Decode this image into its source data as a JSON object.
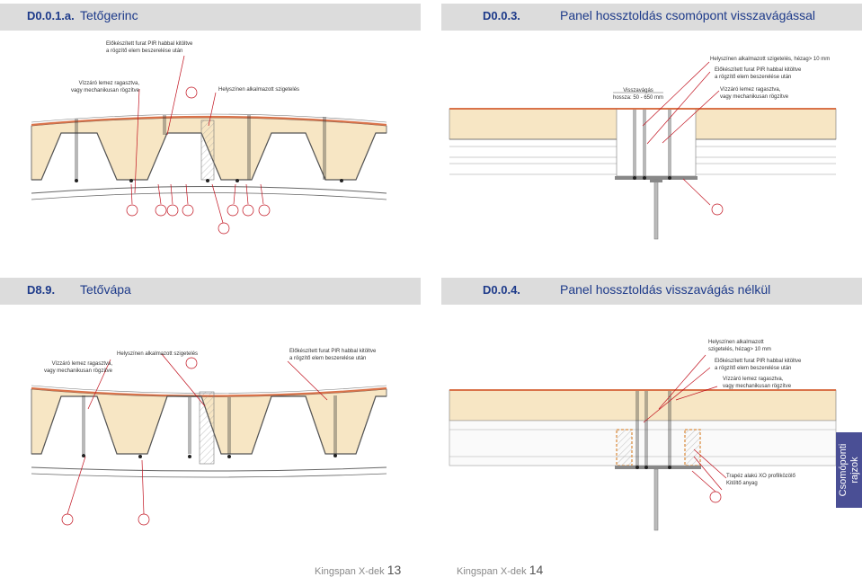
{
  "sections": {
    "top_left": {
      "code": "D0.0.1.a.",
      "title": "Tetőgerinc"
    },
    "top_right": {
      "code": "D0.0.3.",
      "title": "Panel hossztoldás csomópont visszavágással"
    },
    "bottom_left": {
      "code": "D8.9.",
      "title": "Tetővápa"
    },
    "bottom_right": {
      "code": "D0.0.4.",
      "title": "Panel hossztoldás visszavágás nélkül"
    }
  },
  "annotations": {
    "tl_pir_1": "Előkészített furat PIR habbal kitöltve",
    "tl_pir_2": "a rögzítő elem beszerelése után",
    "tl_sheet_1": "Vízzáró lemez ragasztva,",
    "tl_sheet_2": "vagy mechanikusan rögzítve",
    "tl_insul": "Helyszínen alkalmazott szigetelés",
    "tr_insul": "Helyszínen alkalmazott szigetelés, hézag> 10 mm",
    "tr_pir_1": "Előkészített furat PIR habbal kitöltve",
    "tr_pir_2": "a rögzítő elem beszerelése után",
    "tr_sheet_1": "Vízzáró lemez ragasztva,",
    "tr_sheet_2": "vagy mechanikusan rögzítve",
    "tr_cut_1": "Visszavágás",
    "tr_cut_2": "hossza: 50 - 650 mm",
    "bl_insul": "Helyszínen alkalmazott szigetelés",
    "bl_sheet_1": "Vízzáró lemez ragasztva,",
    "bl_sheet_2": "vagy mechanikusan rögzítve",
    "bl_pir_1": "Előkészített furat PIR habbal kitöltve",
    "bl_pir_2": "a rögzítő elem beszerelése után",
    "br_insul_1": "Helyszínen alkalmazott",
    "br_insul_2": "szigetelés, hézag> 10 mm",
    "br_pir_1": "Előkészített furat PIR habbal kitöltve",
    "br_pir_2": "a rögzítő elem beszerelése után",
    "br_sheet_1": "Vízzáró lemez ragasztva,",
    "br_sheet_2": "vagy mechanikusan rögzítve",
    "br_trap_1": "Trapéz alakú XO profilközölő",
    "br_trap_2": "Kitöltő anyag"
  },
  "side_tab": {
    "line1": "Csomóponti",
    "line2": "rajzok"
  },
  "footer": {
    "left_brand": "Kingspan X-dek",
    "left_page": "13",
    "right_brand": "Kingspan X-dek",
    "right_page": "14"
  },
  "colors": {
    "accent": "#1d3a8a",
    "band": "#dcdcdc",
    "leader": "#c1121f",
    "foam": "#f7e6c4",
    "membrane": "#d9734a",
    "tab": "#4a4f95"
  }
}
